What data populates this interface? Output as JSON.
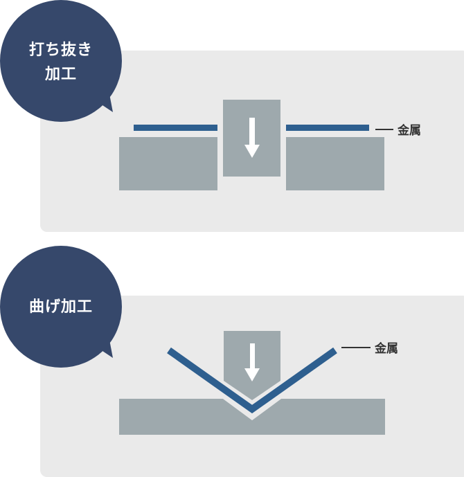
{
  "colors": {
    "bubble": "#36486b",
    "panel": "#eaeaea",
    "tool": "#9ea9ad",
    "metal": "#2e5f8f",
    "arrow": "#ffffff",
    "label_text": "#333333"
  },
  "sections": [
    {
      "id": "punching",
      "bubble": {
        "line1": "打ち抜き",
        "line2": "加工"
      },
      "metal_label": "金属",
      "icons": {
        "arrow": "arrow-down-icon"
      }
    },
    {
      "id": "bending",
      "bubble": {
        "line1": "曲げ加工"
      },
      "metal_label": "金属",
      "icons": {
        "arrow": "arrow-down-icon"
      }
    }
  ]
}
